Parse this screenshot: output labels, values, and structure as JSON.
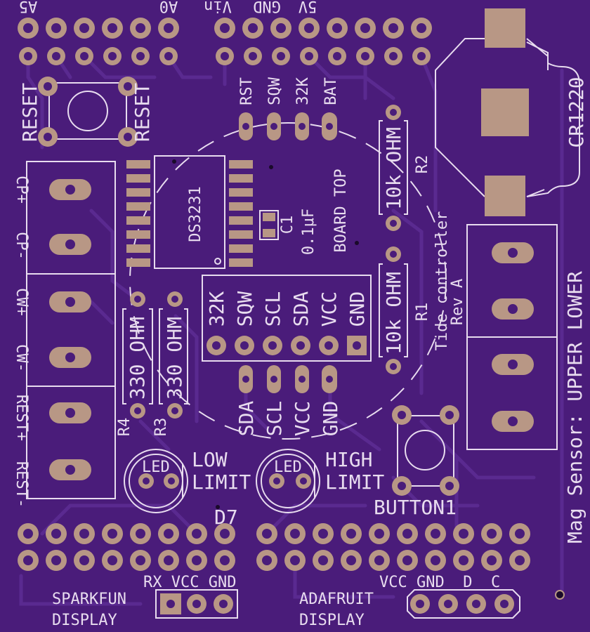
{
  "colors": {
    "board": "#4a1c7a",
    "silkscreen": "#e8dcef",
    "copper_pad": "#b89785",
    "trace": "#5a2a90"
  },
  "header_labels": {
    "a5": "A5",
    "a0": "A0",
    "vin": "Vin",
    "gnd": "GND",
    "v5": "5V"
  },
  "reset": {
    "left_label": "RESET",
    "right_label": "RESET"
  },
  "terminal_left": [
    "CP+",
    "CP-",
    "CW+",
    "CW-",
    "REST+",
    "REST-"
  ],
  "rtc": {
    "chip": "DS3231",
    "pins": [
      "RST",
      "SQW",
      "32K",
      "BAT"
    ],
    "cap_ref": "C1",
    "cap_value": "0.1μF",
    "board_top": "BOARD TOP"
  },
  "module_header": [
    "32K",
    "SQW",
    "SCL",
    "SDA",
    "VCC",
    "GND"
  ],
  "i2c_pins": [
    "SDA",
    "SCL",
    "VCC",
    "GND"
  ],
  "resistors": {
    "r1": {
      "ref": "R1",
      "value": "10k OHM"
    },
    "r2": {
      "ref": "R2",
      "value": "10k OHM"
    },
    "r3": {
      "ref": "R3",
      "value": "330 OHM"
    },
    "r4": {
      "ref": "R4",
      "value": "330 OHM"
    }
  },
  "leds": {
    "low_led": "LED",
    "low_label_1": "LOW",
    "low_label_2": "LIMIT",
    "high_led": "LED",
    "high_label_1": "HIGH",
    "high_label_2": "LIMIT",
    "ref": "D7"
  },
  "title": {
    "line1": "Tide controller",
    "line2": "Rev A"
  },
  "battery": "CR1220",
  "button": "BUTTON1",
  "mag_sensor": "Mag Sensor: UPPER LOWER",
  "sparkfun": {
    "pins": "RX VCC GND",
    "label1": "SPARKFUN",
    "label2": "DISPLAY"
  },
  "adafruit": {
    "pins": "VCC GND  D  C",
    "label1": "ADAFRUIT",
    "label2": "DISPLAY"
  }
}
